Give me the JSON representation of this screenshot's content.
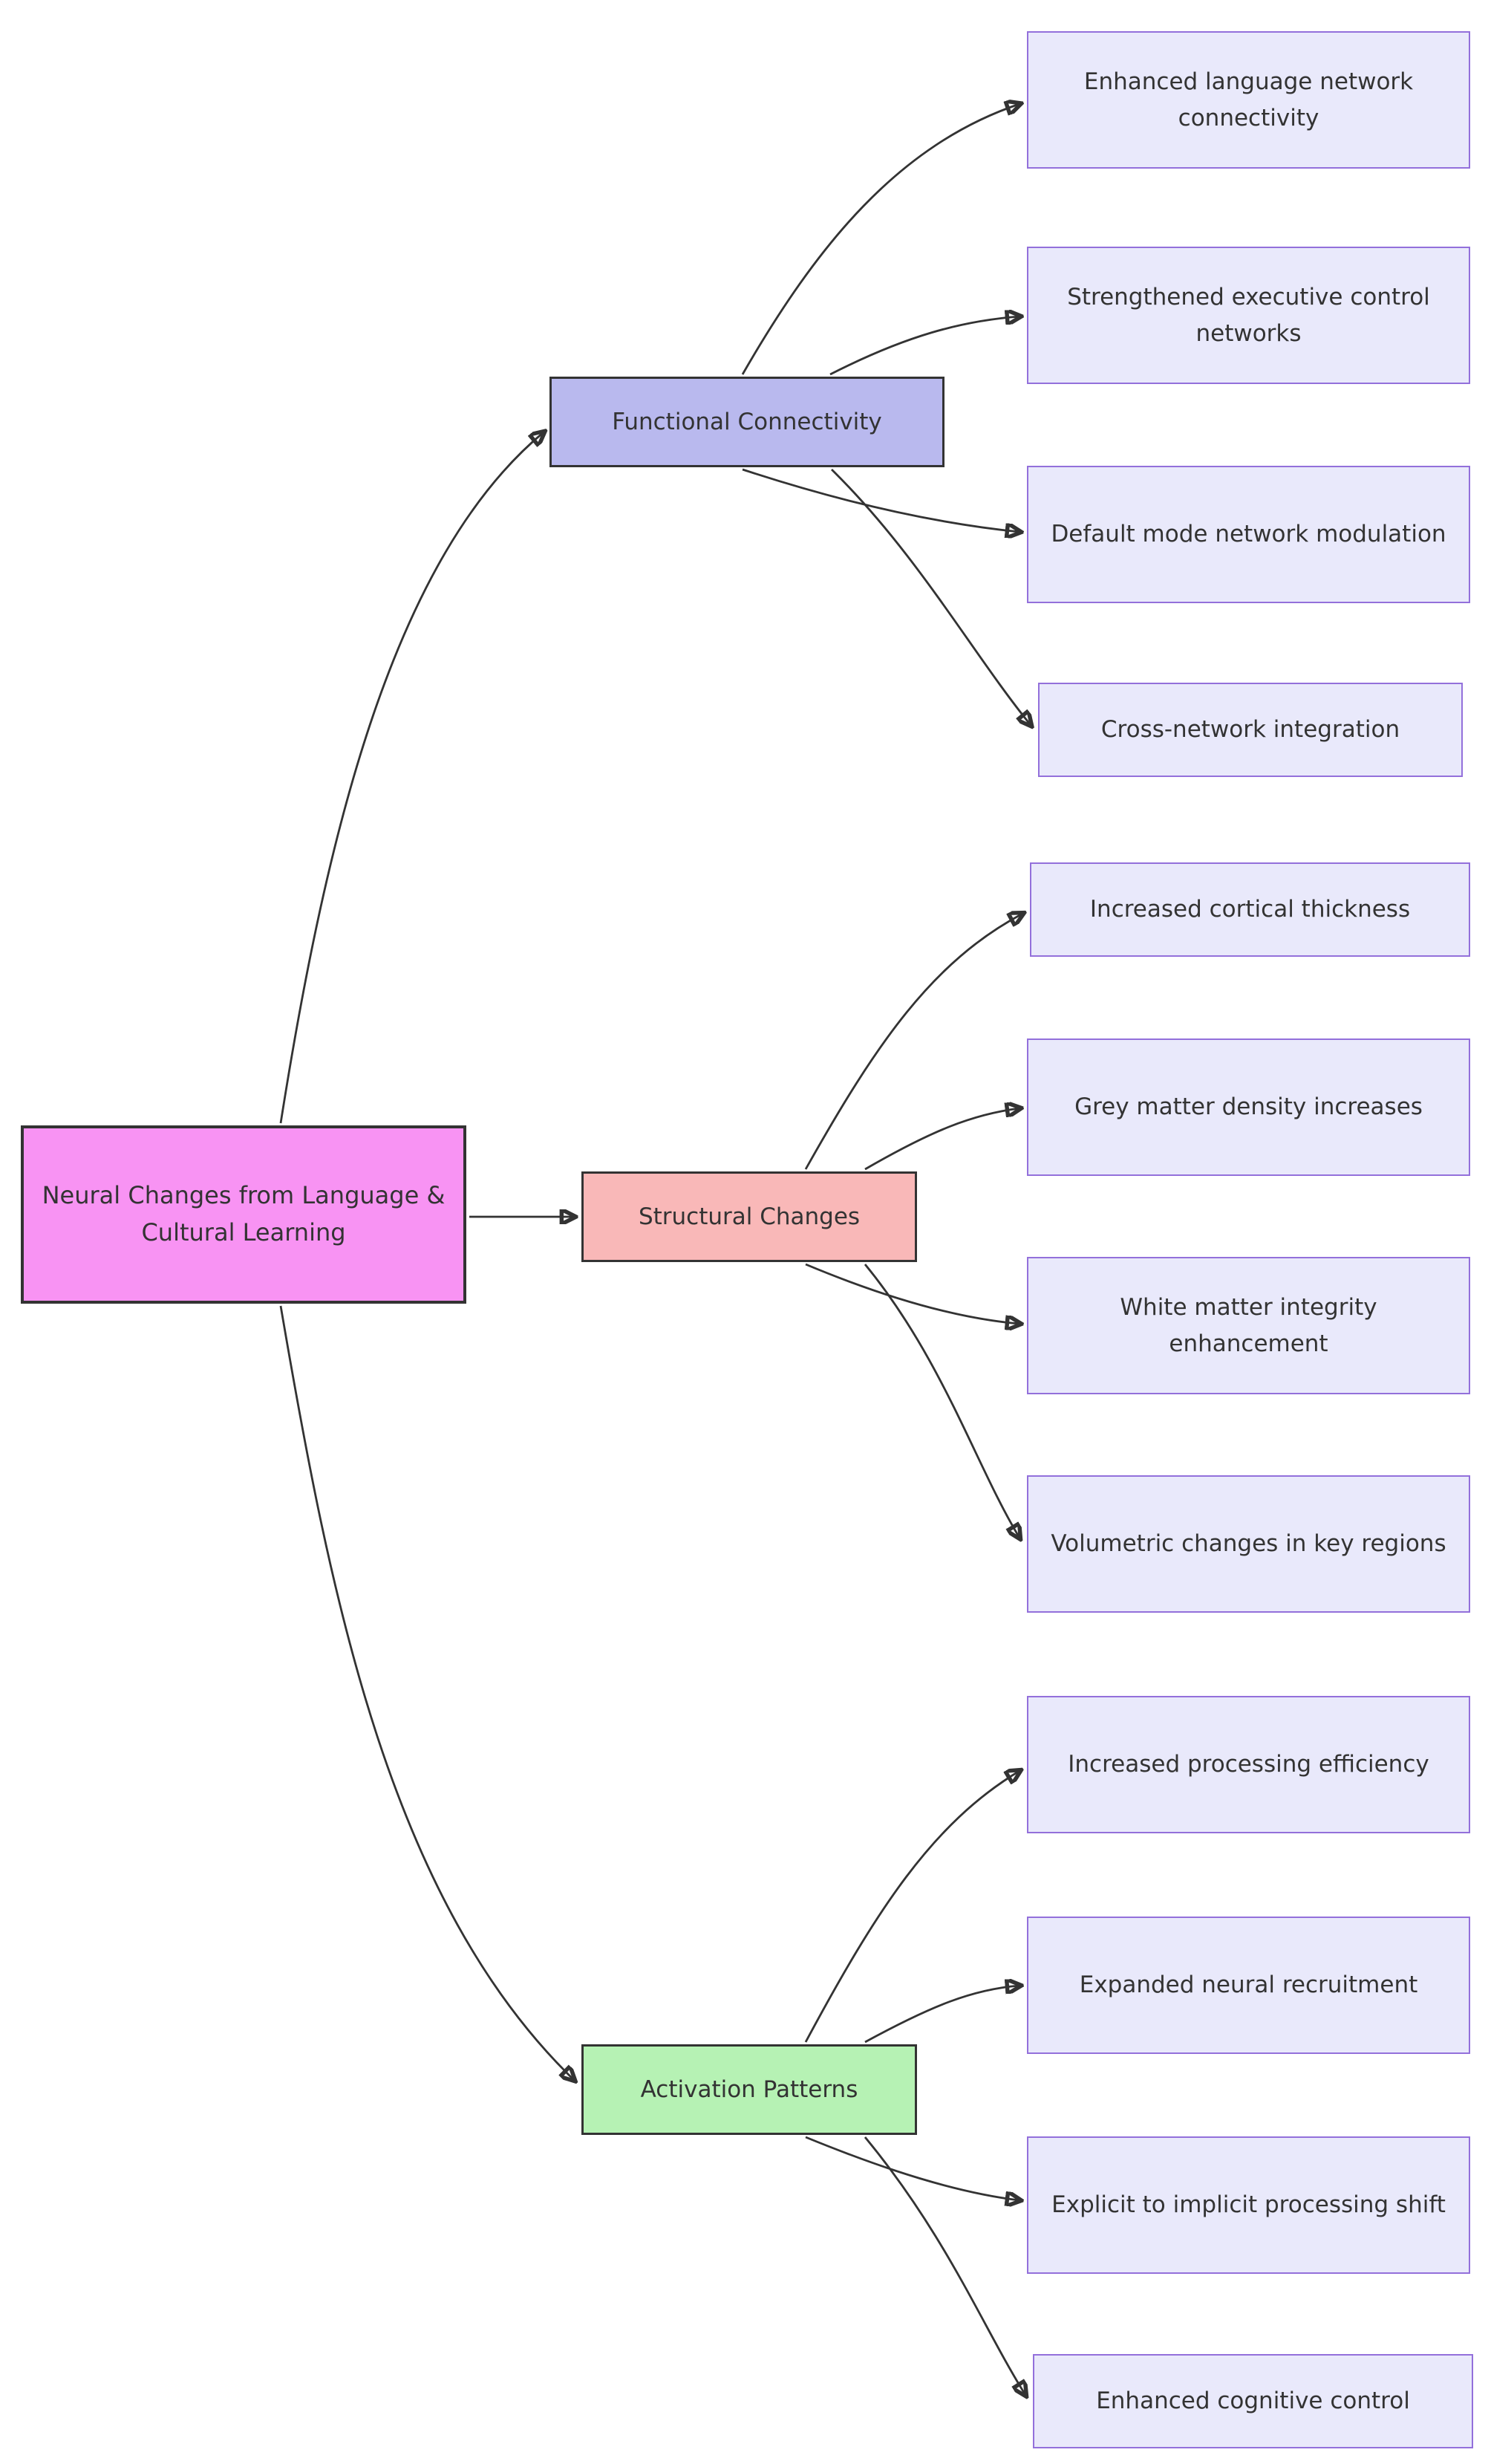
{
  "diagram": {
    "type": "flowchart-left-to-right",
    "root": {
      "id": "root",
      "label": "Neural Changes from Language & Cultural Learning"
    },
    "branches": [
      {
        "id": "functional",
        "label": "Functional Connectivity",
        "children": [
          {
            "id": "f1",
            "label": "Enhanced language network connectivity"
          },
          {
            "id": "f2",
            "label": "Strengthened executive control networks"
          },
          {
            "id": "f3",
            "label": "Default mode network modulation"
          },
          {
            "id": "f4",
            "label": "Cross-network integration"
          }
        ]
      },
      {
        "id": "structural",
        "label": "Structural Changes",
        "children": [
          {
            "id": "s1",
            "label": "Increased cortical thickness"
          },
          {
            "id": "s2",
            "label": "Grey matter density increases"
          },
          {
            "id": "s3",
            "label": "White matter integrity enhancement"
          },
          {
            "id": "s4",
            "label": "Volumetric changes in key regions"
          }
        ]
      },
      {
        "id": "activation",
        "label": "Activation Patterns",
        "children": [
          {
            "id": "a1",
            "label": "Increased processing efficiency"
          },
          {
            "id": "a2",
            "label": "Expanded neural recruitment"
          },
          {
            "id": "a3",
            "label": "Explicit to implicit processing shift"
          },
          {
            "id": "a4",
            "label": "Enhanced cognitive control"
          }
        ]
      }
    ],
    "edges": [
      {
        "from": "root",
        "to": "functional"
      },
      {
        "from": "root",
        "to": "structural"
      },
      {
        "from": "root",
        "to": "activation"
      },
      {
        "from": "functional",
        "to": "f1"
      },
      {
        "from": "functional",
        "to": "f2"
      },
      {
        "from": "functional",
        "to": "f3"
      },
      {
        "from": "functional",
        "to": "f4"
      },
      {
        "from": "structural",
        "to": "s1"
      },
      {
        "from": "structural",
        "to": "s2"
      },
      {
        "from": "structural",
        "to": "s3"
      },
      {
        "from": "structural",
        "to": "s4"
      },
      {
        "from": "activation",
        "to": "a1"
      },
      {
        "from": "activation",
        "to": "a2"
      },
      {
        "from": "activation",
        "to": "a3"
      },
      {
        "from": "activation",
        "to": "a4"
      }
    ],
    "colors": {
      "root-fill": "#f893f3",
      "functional-fill": "#b9b9ee",
      "structural-fill": "#f9b8b8",
      "activation-fill": "#b6f2b4",
      "leaf-fill": "#e9e9fb",
      "leaf-border": "#9370db",
      "dark": "#333333",
      "edge": "#333333"
    }
  }
}
